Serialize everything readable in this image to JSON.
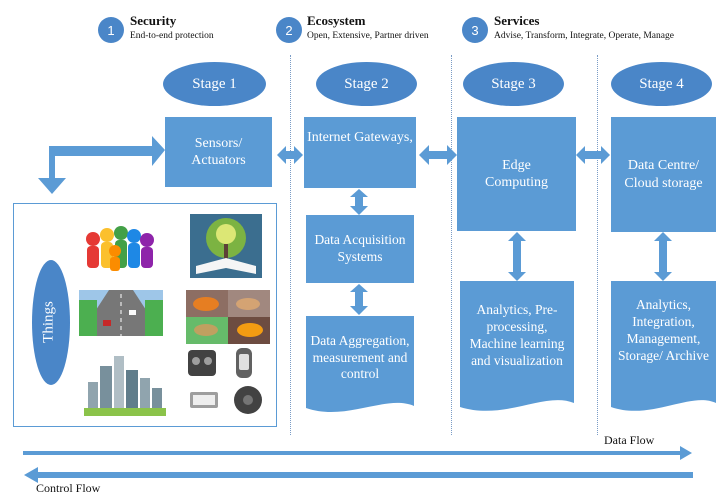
{
  "headers": [
    {
      "num": "1",
      "title": "Security",
      "subtitle": "End-to-end protection"
    },
    {
      "num": "2",
      "title": "Ecosystem",
      "subtitle": "Open, Extensive, Partner driven"
    },
    {
      "num": "3",
      "title": "Services",
      "subtitle": "Advise, Transform, Integrate, Operate, Manage"
    }
  ],
  "stages": [
    "Stage 1",
    "Stage 2",
    "Stage 3",
    "Stage 4"
  ],
  "boxes": {
    "sensors": "Sensors/ Actuators",
    "gateways": "Internet Gateways,",
    "daq": "Data Acquisition Systems",
    "aggregation": "Data Aggregation, measurement and control",
    "edge": "Edge Computing",
    "edge_analytics": "Analytics, Pre-processing, Machine learning and visualization",
    "datacentre": "Data Centre/ Cloud storage",
    "dc_analytics": "Analytics, Integration, Management, Storage/ Archive"
  },
  "things_label": "Things",
  "flows": {
    "data_flow": "Data Flow",
    "control_flow": "Control Flow"
  },
  "colors": {
    "box": "#5b9bd5",
    "oval": "#4a86c8",
    "arrow": "#5b9bd5"
  }
}
